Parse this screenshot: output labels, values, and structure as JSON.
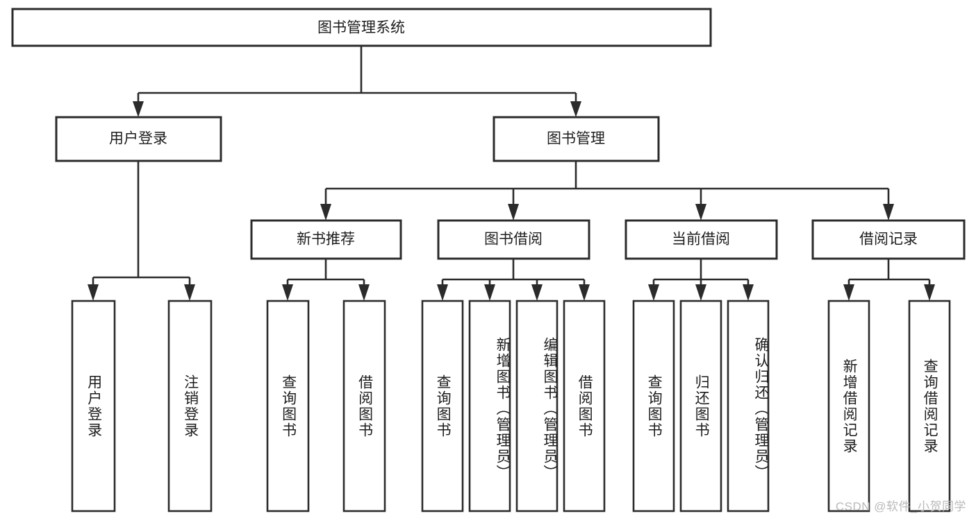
{
  "diagram": {
    "title": "图书管理系统",
    "type": "tree-hierarchy-diagram",
    "colors": {
      "stroke": "#2b2b2b",
      "fill": "#ffffff",
      "text": "#1d1d1d",
      "watermark": "#b9b9b9"
    },
    "root": {
      "label": "图书管理系统"
    },
    "level2": [
      {
        "label": "用户登录"
      },
      {
        "label": "图书管理"
      }
    ],
    "level3": [
      {
        "label": "新书推荐"
      },
      {
        "label": "图书借阅"
      },
      {
        "label": "当前借阅"
      },
      {
        "label": "借阅记录"
      }
    ],
    "leaves": {
      "user_login": [
        {
          "label": "用户登录"
        },
        {
          "label": "注销登录"
        }
      ],
      "new_book_recommend": [
        {
          "label": "查询图书"
        },
        {
          "label": "借阅图书"
        }
      ],
      "book_borrow": [
        {
          "label": "查询图书"
        },
        {
          "label": "新增图书（管理员）"
        },
        {
          "label": "编辑图书（管理员）"
        },
        {
          "label": "借阅图书"
        }
      ],
      "current_borrow": [
        {
          "label": "查询图书"
        },
        {
          "label": "归还图书"
        },
        {
          "label": "确认归还（管理员）"
        }
      ],
      "borrow_record": [
        {
          "label": "新增借阅记录"
        },
        {
          "label": "查询借阅记录"
        }
      ]
    }
  },
  "watermark": {
    "text": "CSDN @软件_小贺同学"
  }
}
